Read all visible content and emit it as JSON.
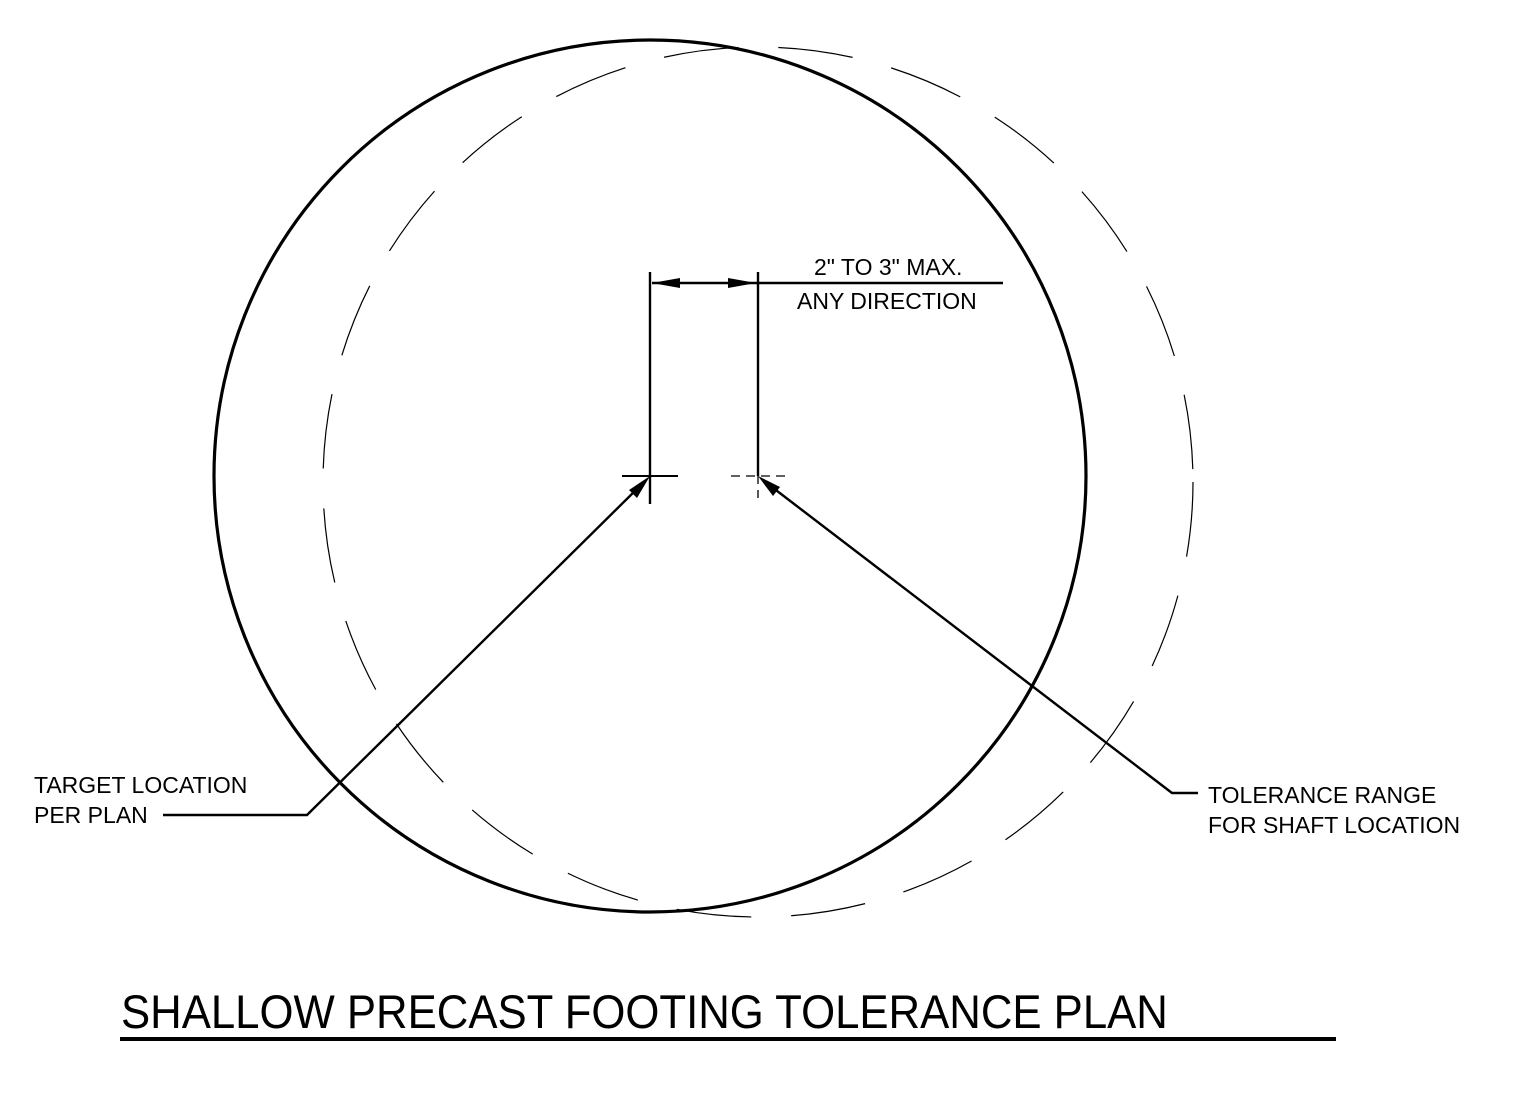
{
  "drawing": {
    "title": "SHALLOW PRECAST FOOTING TOLERANCE PLAN",
    "dimension": {
      "line1": "2\" TO 3\" MAX.",
      "line2": "ANY DIRECTION"
    },
    "callouts": {
      "target": {
        "line1": "TARGET LOCATION",
        "line2": "PER PLAN"
      },
      "tolerance": {
        "line1": "TOLERANCE RANGE",
        "line2": "FOR SHAFT LOCATION"
      }
    },
    "colors": {
      "ink": "#000000",
      "background": "#ffffff"
    }
  }
}
